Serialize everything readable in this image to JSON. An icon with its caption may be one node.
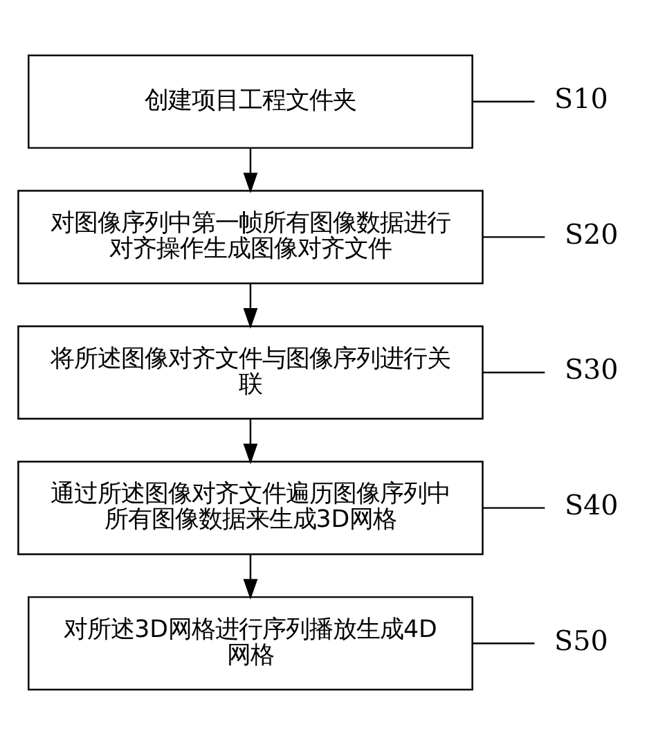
{
  "diagram": {
    "nodes": [
      {
        "text": [
          "创建项目工程文件夹"
        ]
      },
      {
        "text": [
          "S10"
        ]
      },
      {
        "text": [
          "对图像序列中第一帧所有图像数据进行对齐操作生成图像对齐文件"
        ]
      },
      {
        "text": [
          "S20"
        ]
      },
      {
        "text": [
          "将所述图像对齐文件与图像序列进行关联"
        ]
      },
      {
        "text": [
          "S30"
        ]
      },
      {
        "text": [
          "通过所述图像对齐文件遍历图像序列中所有图像数据来生成3D网格"
        ]
      },
      {
        "text": [
          "S40"
        ]
      },
      {
        "text": [
          "对所述3D网格进行序列播放生成4D网格"
        ]
      },
      {
        "text": [
          "S50"
        ]
      }
    ],
    "edges": [
      {
        "from": 0,
        "to": 2,
        "arrow": "to"
      },
      {
        "from": 2,
        "to": 4,
        "arrow": "to"
      },
      {
        "from": 4,
        "to": 6,
        "arrow": "to"
      },
      {
        "from": 6,
        "to": 8,
        "arrow": "to"
      },
      {
        "from": 1,
        "to": 0,
        "arrow": "none"
      },
      {
        "from": 3,
        "to": 2,
        "arrow": "none"
      },
      {
        "from": 5,
        "to": 4,
        "arrow": "none"
      },
      {
        "from": 7,
        "to": 6,
        "arrow": "none"
      },
      {
        "from": 9,
        "to": 8,
        "arrow": "none"
      }
    ]
  }
}
